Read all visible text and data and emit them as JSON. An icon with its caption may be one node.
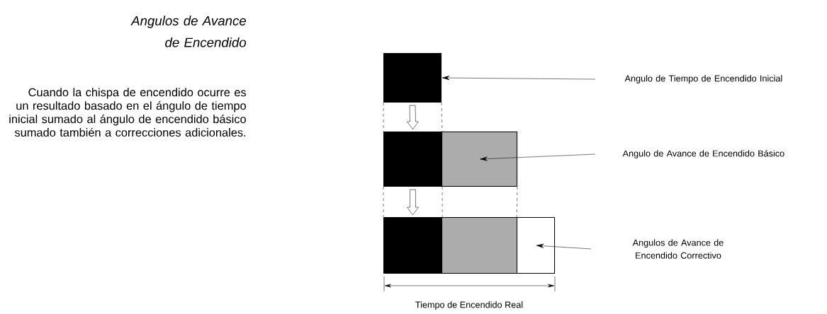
{
  "diagram": {
    "title": "Angulos de Avance de Encendido",
    "nodes": [
      {
        "text": [
          "Angulo de Tiempo de Encendido Inicial"
        ]
      },
      {
        "text": [],
        "shape": "box"
      },
      {
        "text": [],
        "shape": "box"
      },
      {
        "text": [],
        "shape": "box"
      },
      {
        "text": [
          "Angulo de Avance de Encendido Básico"
        ]
      },
      {
        "text": [],
        "shape": "box"
      },
      {
        "text": [],
        "shape": "box"
      },
      {
        "text": [],
        "shape": "box"
      },
      {
        "text": [
          "Angulos de Avance de Encendido Correctivo"
        ]
      }
    ],
    "edges": [
      {
        "from": 0,
        "to": 1,
        "arrow": "to"
      },
      {
        "from": 1,
        "to": 2,
        "arrow": "to"
      },
      {
        "from": 4,
        "to": 3,
        "arrow": "to"
      },
      {
        "from": 2,
        "to": 5,
        "arrow": "to"
      },
      {
        "from": 8,
        "to": 7,
        "arrow": "to"
      },
      {
        "from": 1,
        "to": 2,
        "arrow": "none",
        "style": "dashed"
      },
      {
        "from": 1,
        "to": 2,
        "arrow": "none",
        "style": "dashed"
      },
      {
        "from": 2,
        "to": 5,
        "arrow": "none",
        "style": "dashed"
      },
      {
        "from": 2,
        "to": 5,
        "arrow": "none",
        "style": "dashed"
      },
      {
        "from": 3,
        "to": 7,
        "arrow": "none",
        "style": "dashed"
      }
    ],
    "labels": [
      "Cuando la chispa de encendido ocurre es un resultado basado en el ángulo de tiempo inicial sumado al ángulo de encendido básico sumado también a correcciones adicionales.",
      "Tiempo de Encendido Real"
    ]
  }
}
